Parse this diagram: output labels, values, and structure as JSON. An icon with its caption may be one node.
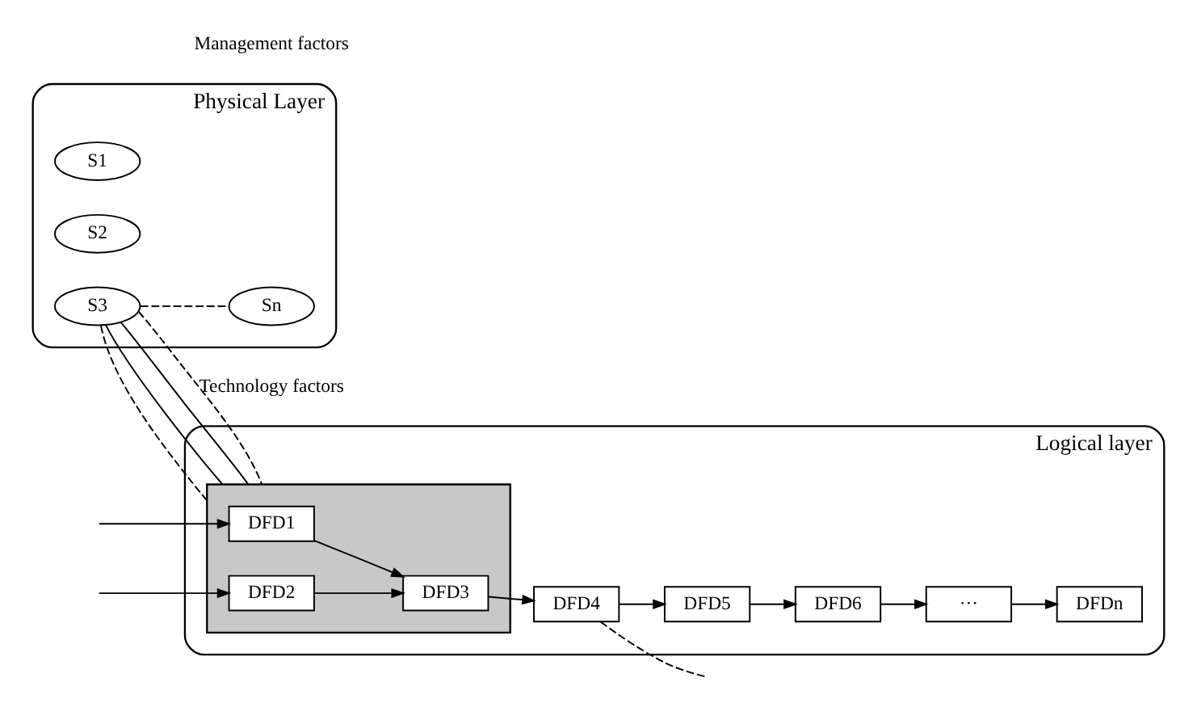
{
  "diagram": {
    "nodes": [
      {
        "text": [],
        "shape": "ellipse",
        "beside": [
          "Physical Layer"
        ]
      },
      {
        "text": [
          "S1"
        ],
        "in": 0
      },
      {
        "text": [
          "S2"
        ],
        "in": 0
      },
      {
        "text": [
          "S3"
        ],
        "in": 0
      },
      {
        "text": [
          "Sn"
        ],
        "in": 0
      },
      {
        "text": [],
        "shape": "ellipse",
        "beside": [
          "Logical layer"
        ]
      },
      {
        "text": [],
        "shape": "parallelogram",
        "in": 5
      },
      {
        "text": [
          "DFD1"
        ],
        "in": 6
      },
      {
        "text": [
          "DFD2"
        ],
        "in": 6
      },
      {
        "text": [
          "DFD3"
        ],
        "in": 6
      },
      {
        "text": [
          "DFD4"
        ],
        "in": 5
      },
      {
        "text": [
          "DFD5"
        ],
        "in": 5
      },
      {
        "text": [
          "DFD6"
        ],
        "in": 5
      },
      {
        "text": [
          "···"
        ],
        "in": 5
      },
      {
        "text": [
          "DFDn"
        ],
        "in": 5
      }
    ],
    "edges": [
      {
        "from": 3,
        "to": 4,
        "arrow": "none",
        "style": "dashed"
      },
      {
        "from": 3,
        "to": 6,
        "arrow": "none",
        "style": "dashed"
      },
      {
        "from": 3,
        "to": 6,
        "arrow": "none"
      },
      {
        "from": 3,
        "to": 6,
        "arrow": "none"
      },
      {
        "from": 3,
        "to": 6,
        "arrow": "none",
        "style": "dashed"
      },
      {
        "from": null,
        "to": 7,
        "arrow": "to"
      },
      {
        "from": null,
        "to": 8,
        "arrow": "to"
      },
      {
        "from": 7,
        "to": 9,
        "arrow": "to"
      },
      {
        "from": 8,
        "to": 9,
        "arrow": "to"
      },
      {
        "from": 9,
        "to": 10,
        "arrow": "to"
      },
      {
        "from": 10,
        "to": 11,
        "arrow": "to"
      },
      {
        "from": 11,
        "to": 12,
        "arrow": "to"
      },
      {
        "from": 12,
        "to": 13,
        "arrow": "to"
      },
      {
        "from": 13,
        "to": 14,
        "arrow": "to"
      },
      {
        "from": 10,
        "to": null,
        "arrow": "none",
        "style": "dashed"
      }
    ],
    "labels": [
      "Technology factors",
      "Management factors"
    ]
  }
}
